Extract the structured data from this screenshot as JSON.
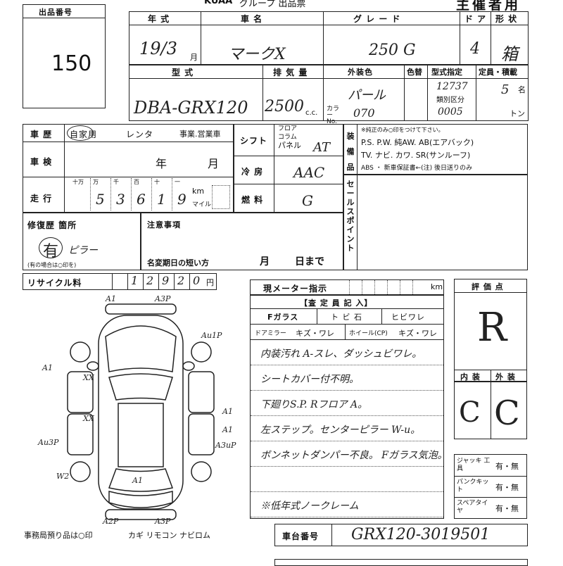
{
  "header": {
    "logo": "KUAA",
    "form_title": "グループ 出品票",
    "right_title": "主催者用",
    "lot_label": "出品番号",
    "lot_number": "150"
  },
  "vehicle_row1": {
    "labels": {
      "year": "年 式",
      "name": "車 名",
      "grade": "グ レ ー ド",
      "door": "ド ア",
      "shape": "形 状"
    },
    "year_value": "19/3",
    "year_suffix": "月",
    "name_value": "マークX",
    "grade_value": "250 G",
    "door_value": "4",
    "shape_value": "箱"
  },
  "vehicle_row2": {
    "labels": {
      "model": "型 式",
      "displacement": "排 気 量",
      "exterior_color": "外装色",
      "color_change": "色替",
      "model_designation": "型式指定",
      "capacity": "定員・積載"
    },
    "model_value": "DBA-GRX120",
    "displacement_value": "2500",
    "displacement_unit": "c.c.",
    "color_value": "パール",
    "color_code_label": "カラー No.",
    "color_code_value": "070",
    "model_designation_value": "12737",
    "category_label": "類別区分",
    "category_value": "0005",
    "capacity_value": "5",
    "capacity_unit": "名",
    "ton_unit": "トン"
  },
  "history": {
    "label": "車 歴",
    "options": [
      "自家用",
      "レンタ",
      "事業.営業車"
    ]
  },
  "inspection": {
    "label": "車 検",
    "year": "年",
    "month": "月"
  },
  "mileage": {
    "label": "走 行",
    "digit_labels": [
      "十万",
      "万",
      "千",
      "百",
      "十",
      "一"
    ],
    "digits": [
      "",
      "5",
      "3",
      "6",
      "1",
      "9"
    ],
    "unit_km": "km",
    "unit_mile": "マイル"
  },
  "shift": {
    "label": "シフト",
    "options": [
      "フロア",
      "コラム",
      "パネル"
    ],
    "value": "AT"
  },
  "aircon": {
    "label": "冷 房",
    "value": "AAC"
  },
  "fuel": {
    "label": "燃 料",
    "value": "G"
  },
  "equipment": {
    "label": "装 備 品",
    "note": "※純正のみ○印をつけて下さい。",
    "line1": "P.S. P.W. 純AW. AB(エアバック)",
    "line2": "TV. ナビ. カワ. SR(サンルーフ)",
    "line3": "ABS ・ 新車保証書←(注) 後日送りのみ"
  },
  "sale_point_label": "セールスポイント",
  "repair": {
    "label": "修復歴 箇所",
    "value": "有",
    "note": "ピラー",
    "sub": "(有の場合は○印を)"
  },
  "attention": {
    "label": "注意事項",
    "deadline_label": "名変期日の短い方",
    "month": "月",
    "day": "日まで"
  },
  "recycle": {
    "label": "リサイクル料",
    "digits": [
      "",
      "1",
      "2",
      "9",
      "2",
      "0"
    ],
    "unit": "円"
  },
  "meter": {
    "label": "現メーター指示",
    "unit": "km"
  },
  "inspector": {
    "title": "【査 定 員 記 入】",
    "f_glass_label": "Fガラス",
    "f_glass_opts": "ト ビ 石",
    "crack_label": "ヒビワレ",
    "mirror_label": "ドアミラー",
    "mirror_opts": "キズ・ワレ",
    "wheel_label": "ホイール(CP)",
    "wheel_opts": "キズ・ワレ",
    "notes": [
      "内装汚れ A-スレ、ダッシュビワレ。",
      "シートカバー付不明。",
      "下廻りS.P. Rフロア A。",
      "左ステップ。センターピラー W-u。",
      "ボンネットダンパー不良。 Fガラス気泡。",
      "",
      "※低年式ノークレーム"
    ]
  },
  "score": {
    "label": "評 価 点",
    "value": "R",
    "interior_label": "内 装",
    "exterior_label": "外 装",
    "interior_value": "C",
    "exterior_value": "C"
  },
  "accessories": [
    {
      "label": "ジャッキ 工具",
      "value": "有・無"
    },
    {
      "label": "パンクキット",
      "value": "有・無"
    },
    {
      "label": "スペアタイヤ",
      "value": "有・無"
    }
  ],
  "chassis": {
    "label": "車台番号",
    "value": "GRX120-3019501"
  },
  "diagram_marks": [
    "A1",
    "A3P",
    "A1",
    "Au1P",
    "A1",
    "XX",
    "XX",
    "A1",
    "Au3P",
    "A3uP",
    "W2",
    "A1",
    "A2P",
    "A3P"
  ],
  "footer_note": "事務局預り品は○印",
  "footer_items": "カギ リモコン ナビロム"
}
